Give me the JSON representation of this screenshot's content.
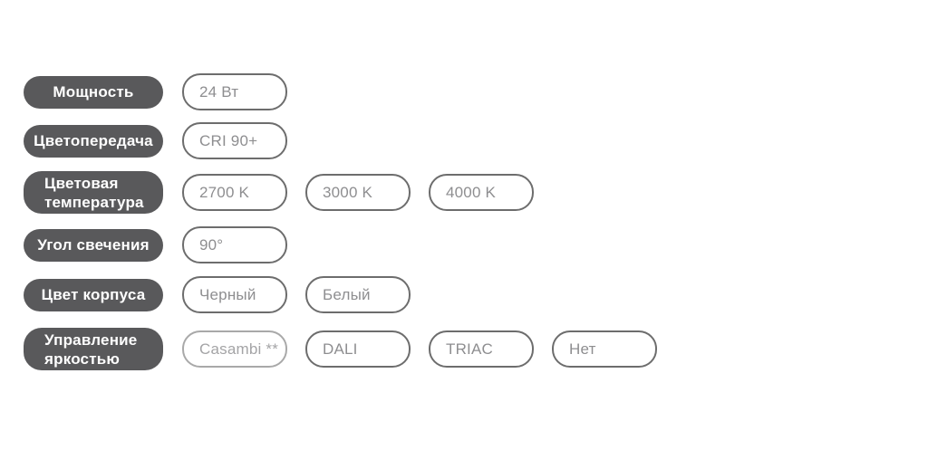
{
  "colors": {
    "label_bg": "#59595b",
    "label_text": "#ffffff",
    "option_border": "#6d6d6d",
    "option_text": "#8e8e90",
    "option_border_muted": "#a9a9a9",
    "option_text_muted": "#a4a4a6",
    "page_bg": "#ffffff"
  },
  "rows": [
    {
      "label": "Мощность",
      "options": [
        {
          "text": "24 Вт"
        }
      ]
    },
    {
      "label": "Цветопередача",
      "options": [
        {
          "text": "CRI 90+"
        }
      ]
    },
    {
      "label": "Цветовая температура",
      "options": [
        {
          "text": "2700 K"
        },
        {
          "text": "3000 K"
        },
        {
          "text": "4000 K"
        }
      ]
    },
    {
      "label": "Угол свечения",
      "options": [
        {
          "text": "90°"
        }
      ]
    },
    {
      "label": "Цвет корпуса",
      "options": [
        {
          "text": "Черный"
        },
        {
          "text": "Белый"
        }
      ]
    },
    {
      "label": "Управление яркостью",
      "options": [
        {
          "text": "Casambi **"
        },
        {
          "text": "DALI"
        },
        {
          "text": "TRIAC"
        },
        {
          "text": "Нет"
        }
      ]
    }
  ]
}
